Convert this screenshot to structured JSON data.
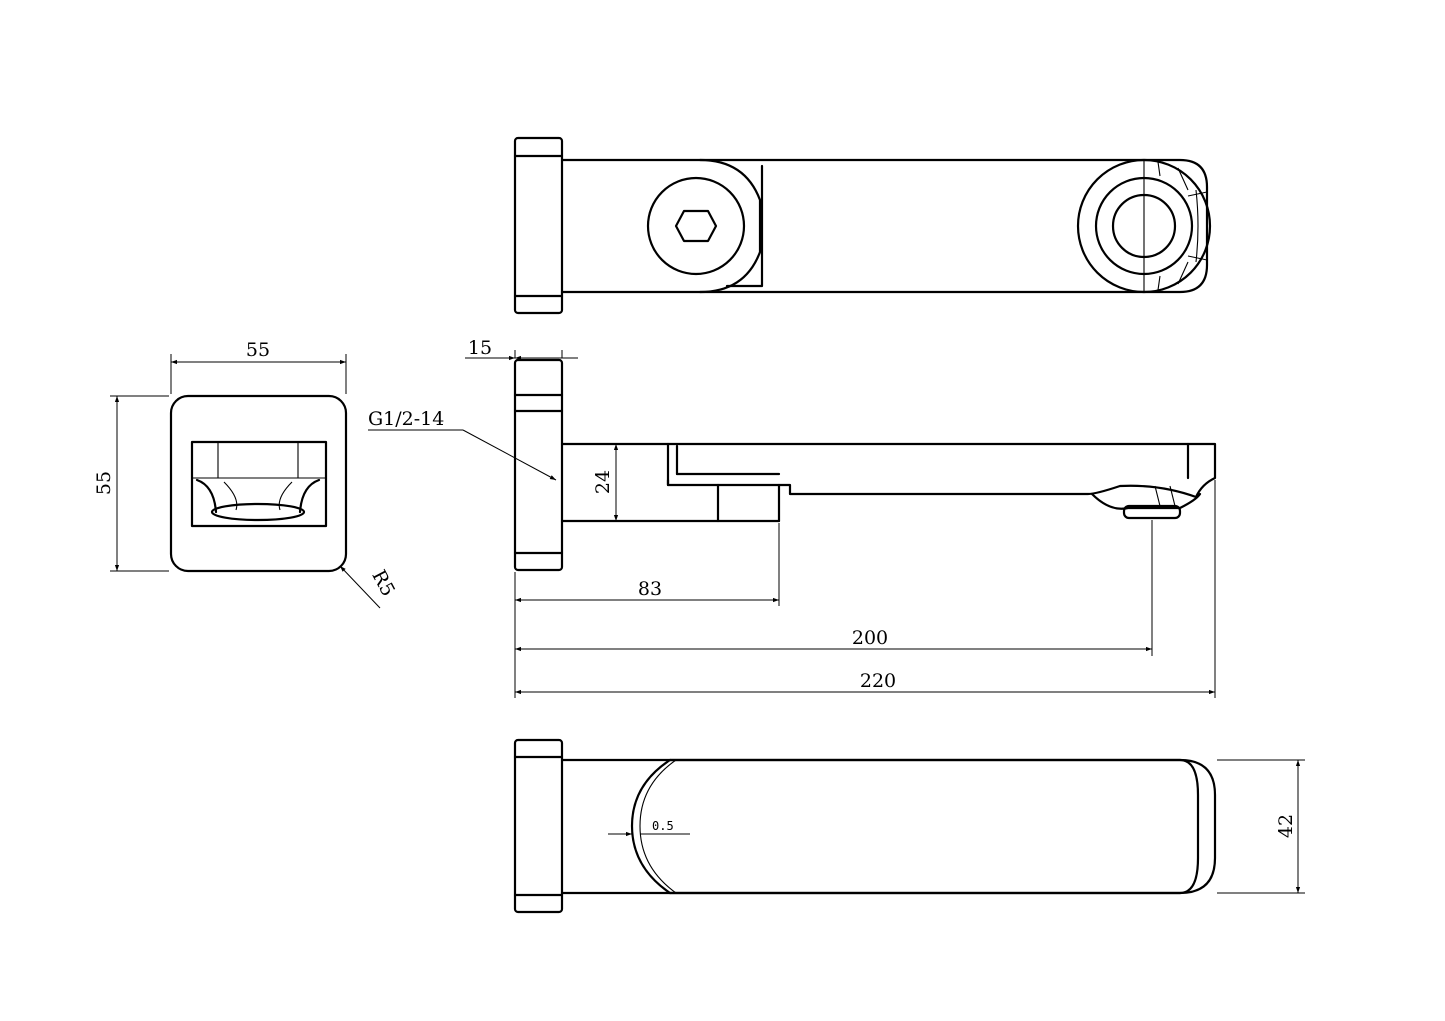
{
  "dimensions": {
    "width_front": "55",
    "height_front": "55",
    "corner_radius": "R5",
    "thread": "G1/2-14",
    "flange_thickness": "15",
    "spout_height": "24",
    "length_83": "83",
    "length_200": "200",
    "length_220": "220",
    "body_height": "42",
    "groove_depth": "0.5"
  },
  "colors": {
    "line": "#000000",
    "background": "#ffffff"
  }
}
